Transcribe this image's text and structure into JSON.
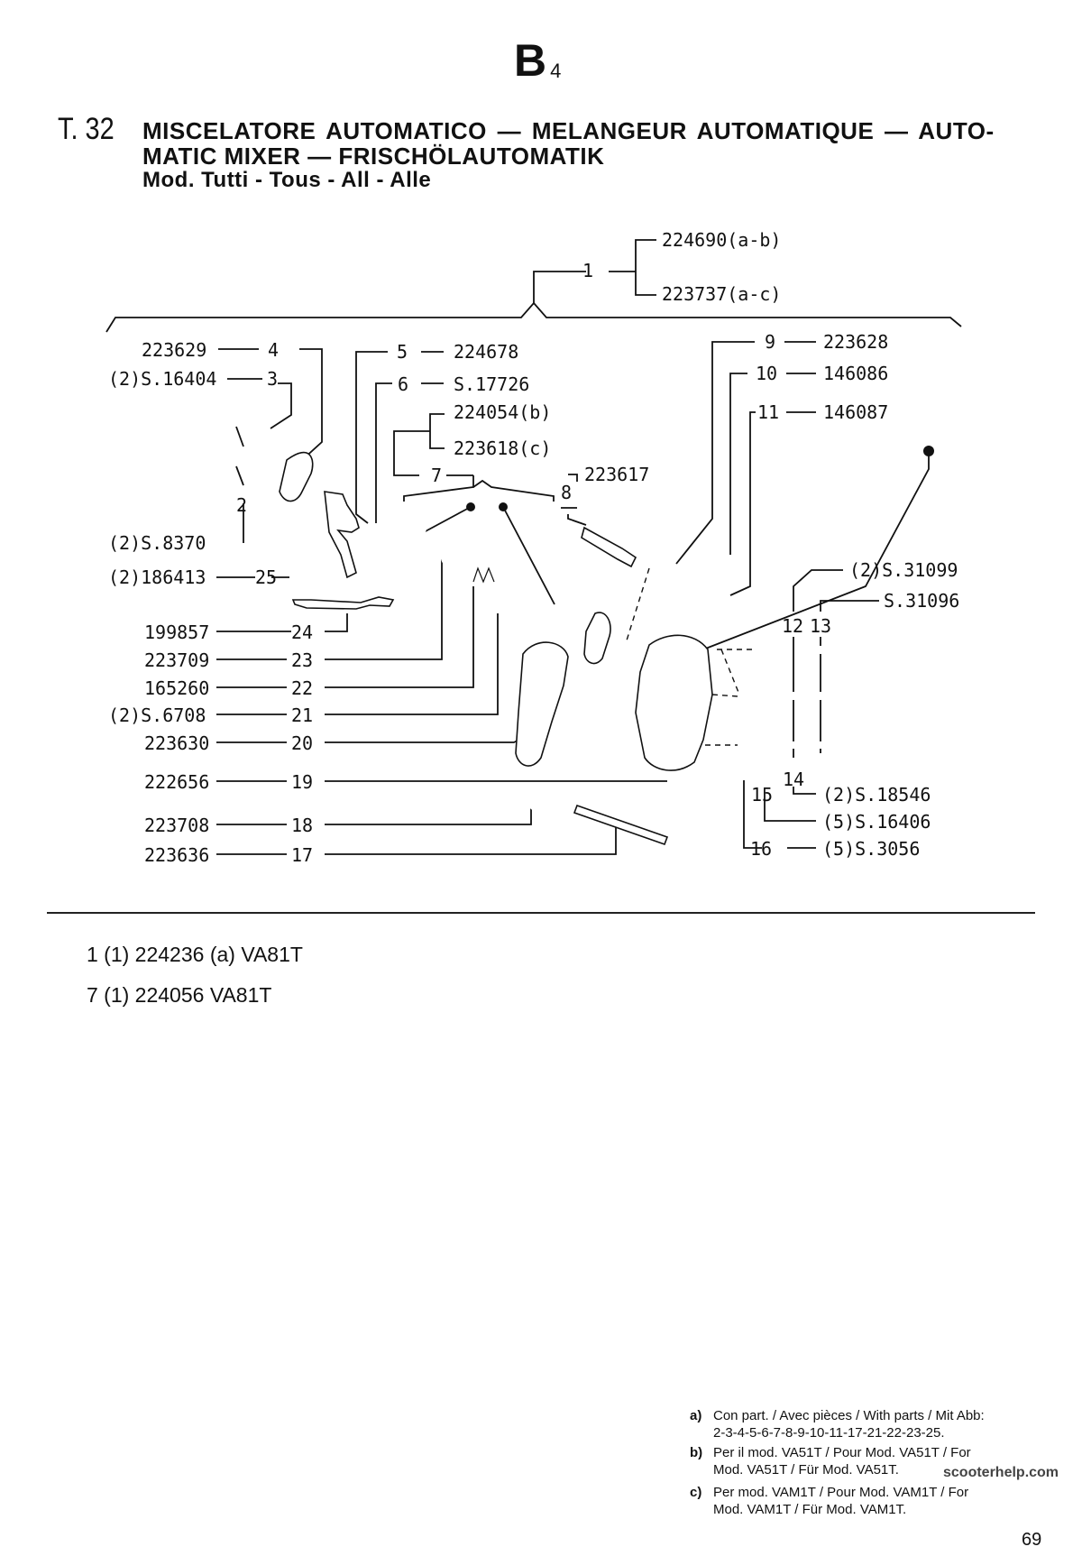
{
  "header": {
    "section": "B",
    "section_sub": "4",
    "table_number": "T. 32",
    "title_line1": "MISCELATORE AUTOMATICO — MELANGEUR AUTOMATIQUE — AUTO-",
    "title_line2": "MATIC MIXER — FRISCHÖLAUTOMATIK",
    "title_line3": "Mod. Tutti - Tous - All - Alle"
  },
  "diagram": {
    "assembly": {
      "ref": "1",
      "part_a": "224690(a-b)",
      "part_b": "223737(a-c)"
    },
    "left_labels": [
      {
        "part": "223629",
        "ref": "4"
      },
      {
        "part": "(2)S.16404",
        "ref": "3"
      },
      {
        "part": "(2)S.8370",
        "ref": "2"
      },
      {
        "part": "(2)186413",
        "ref": "25"
      },
      {
        "part": "199857",
        "ref": "24"
      },
      {
        "part": "223709",
        "ref": "23"
      },
      {
        "part": "165260",
        "ref": "22"
      },
      {
        "part": "(2)S.6708",
        "ref": "21"
      },
      {
        "part": "223630",
        "ref": "20"
      },
      {
        "part": "222656",
        "ref": "19"
      },
      {
        "part": "223708",
        "ref": "18"
      },
      {
        "part": "223636",
        "ref": "17"
      }
    ],
    "center_labels": [
      {
        "ref": "5",
        "part": "224678"
      },
      {
        "ref": "6",
        "part": "S.17726"
      },
      {
        "ref": "7",
        "part_b": "224054(b)",
        "part_c": "223618(c)"
      },
      {
        "ref": "8",
        "part": "223617"
      }
    ],
    "right_labels": [
      {
        "ref": "9",
        "part": "223628"
      },
      {
        "ref": "10",
        "part": "146086"
      },
      {
        "ref": "11",
        "part": "146087"
      },
      {
        "ref": "12",
        "part": "(2)S.31099"
      },
      {
        "ref": "13",
        "part": "S.31096"
      },
      {
        "ref": "14",
        "part": "(2)S.18546"
      },
      {
        "ref": "15",
        "part": "(5)S.16406"
      },
      {
        "ref": "16",
        "part": "(5)S.3056"
      }
    ]
  },
  "extras": [
    "1 (1) 224236 (a) VA81T",
    "7 (1) 224056 VA81T"
  ],
  "footnotes": [
    {
      "key": "a)",
      "line1": "Con part. / Avec pièces / With parts / Mit Abb:",
      "line2": "2-3-4-5-6-7-8-9-10-11-17-21-22-23-25."
    },
    {
      "key": "b)",
      "line1": "Per il mod. VA51T / Pour Mod. VA51T / For",
      "line2": "Mod. VA51T / Für Mod. VA51T."
    },
    {
      "key": "c)",
      "line1": "Per mod. VAM1T / Pour Mod. VAM1T / For",
      "line2": "Mod. VAM1T / Für Mod. VAM1T."
    }
  ],
  "watermark": "scooterhelp.com",
  "page_number": "69"
}
